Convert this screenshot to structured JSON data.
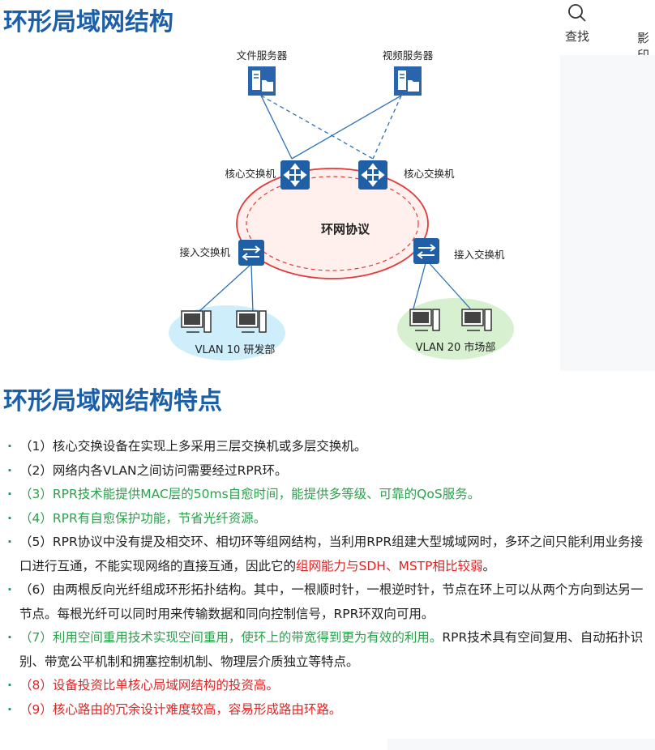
{
  "title_top": "环形局域网结构",
  "title_bottom": "环形局域网结构特点",
  "toolbar": {
    "search_label": "查找",
    "shadow_label": "影印"
  },
  "diagram": {
    "file_server": "文件服务器",
    "video_server": "视频服务器",
    "core_switch_left": "核心交换机",
    "core_switch_right": "核心交换机",
    "ring_protocol": "环网协议",
    "access_switch_left": "接入交换机",
    "access_switch_right": "接入交换机",
    "vlan_left": "VLAN 10 研发部",
    "vlan_right": "VLAN 20 市场部"
  },
  "points": [
    {
      "segments": [
        {
          "text": "（1）核心交换设备在实现上多采用三层交换机或多层交换机。",
          "color": "dark"
        }
      ]
    },
    {
      "segments": [
        {
          "text": "（2）网络内各VLAN之间访问需要经过RPR环。",
          "color": "dark"
        }
      ]
    },
    {
      "segments": [
        {
          "text": "（3）RPR技术能提供MAC层的50ms自愈时间，能提供多等级、可靠的QoS服务。",
          "color": "green"
        }
      ]
    },
    {
      "segments": [
        {
          "text": "（4）RPR有自愈保护功能，节省光纤资源。",
          "color": "green"
        }
      ]
    },
    {
      "segments": [
        {
          "text": "（5）RPR协议中没有提及相交环、相切环等组网结构，当利用RPR组建大型城域网时，多环之间只能利用业务接口进行互通，不能实现网络的直接互通，因此它的",
          "color": "dark"
        },
        {
          "text": "组网能力与SDH、MSTP相比较弱",
          "color": "red"
        },
        {
          "text": "。",
          "color": "dark"
        }
      ]
    },
    {
      "segments": [
        {
          "text": "（6）由两根反向光纤组成环形拓扑结构。其中，一根顺时针，一根逆时针，节点在环上可以从两个方向到达另一节点。每根光纤可以同时用来传输数据和同向控制信号，RPR环双向可用。",
          "color": "dark"
        }
      ]
    },
    {
      "segments": [
        {
          "text": "（7）利用空间重用技术实现空间重用，使环上的带宽得到更为有效的利用。",
          "color": "green"
        },
        {
          "text": "RPR技术具有空间复用、自动拓扑识别、带宽公平机制和拥塞控制机制、物理层介质独立等特点。",
          "color": "dark"
        }
      ]
    },
    {
      "segments": [
        {
          "text": "（8）设备投资比单核心局域网结构的投资高。",
          "color": "red"
        }
      ]
    },
    {
      "segments": [
        {
          "text": "（9）核心路由的冗余设计难度较高，容易形成路由环路。",
          "color": "red"
        }
      ]
    }
  ],
  "colors": {
    "title": "#1b5fa8",
    "green": "#2aa14b",
    "red": "#e02424",
    "dark": "#222222",
    "switch_blue": "#1f5fa5",
    "ring_red": "#e03a3a",
    "vlan_left_bg": "#cfeefb",
    "vlan_right_bg": "#d7f0cf"
  }
}
